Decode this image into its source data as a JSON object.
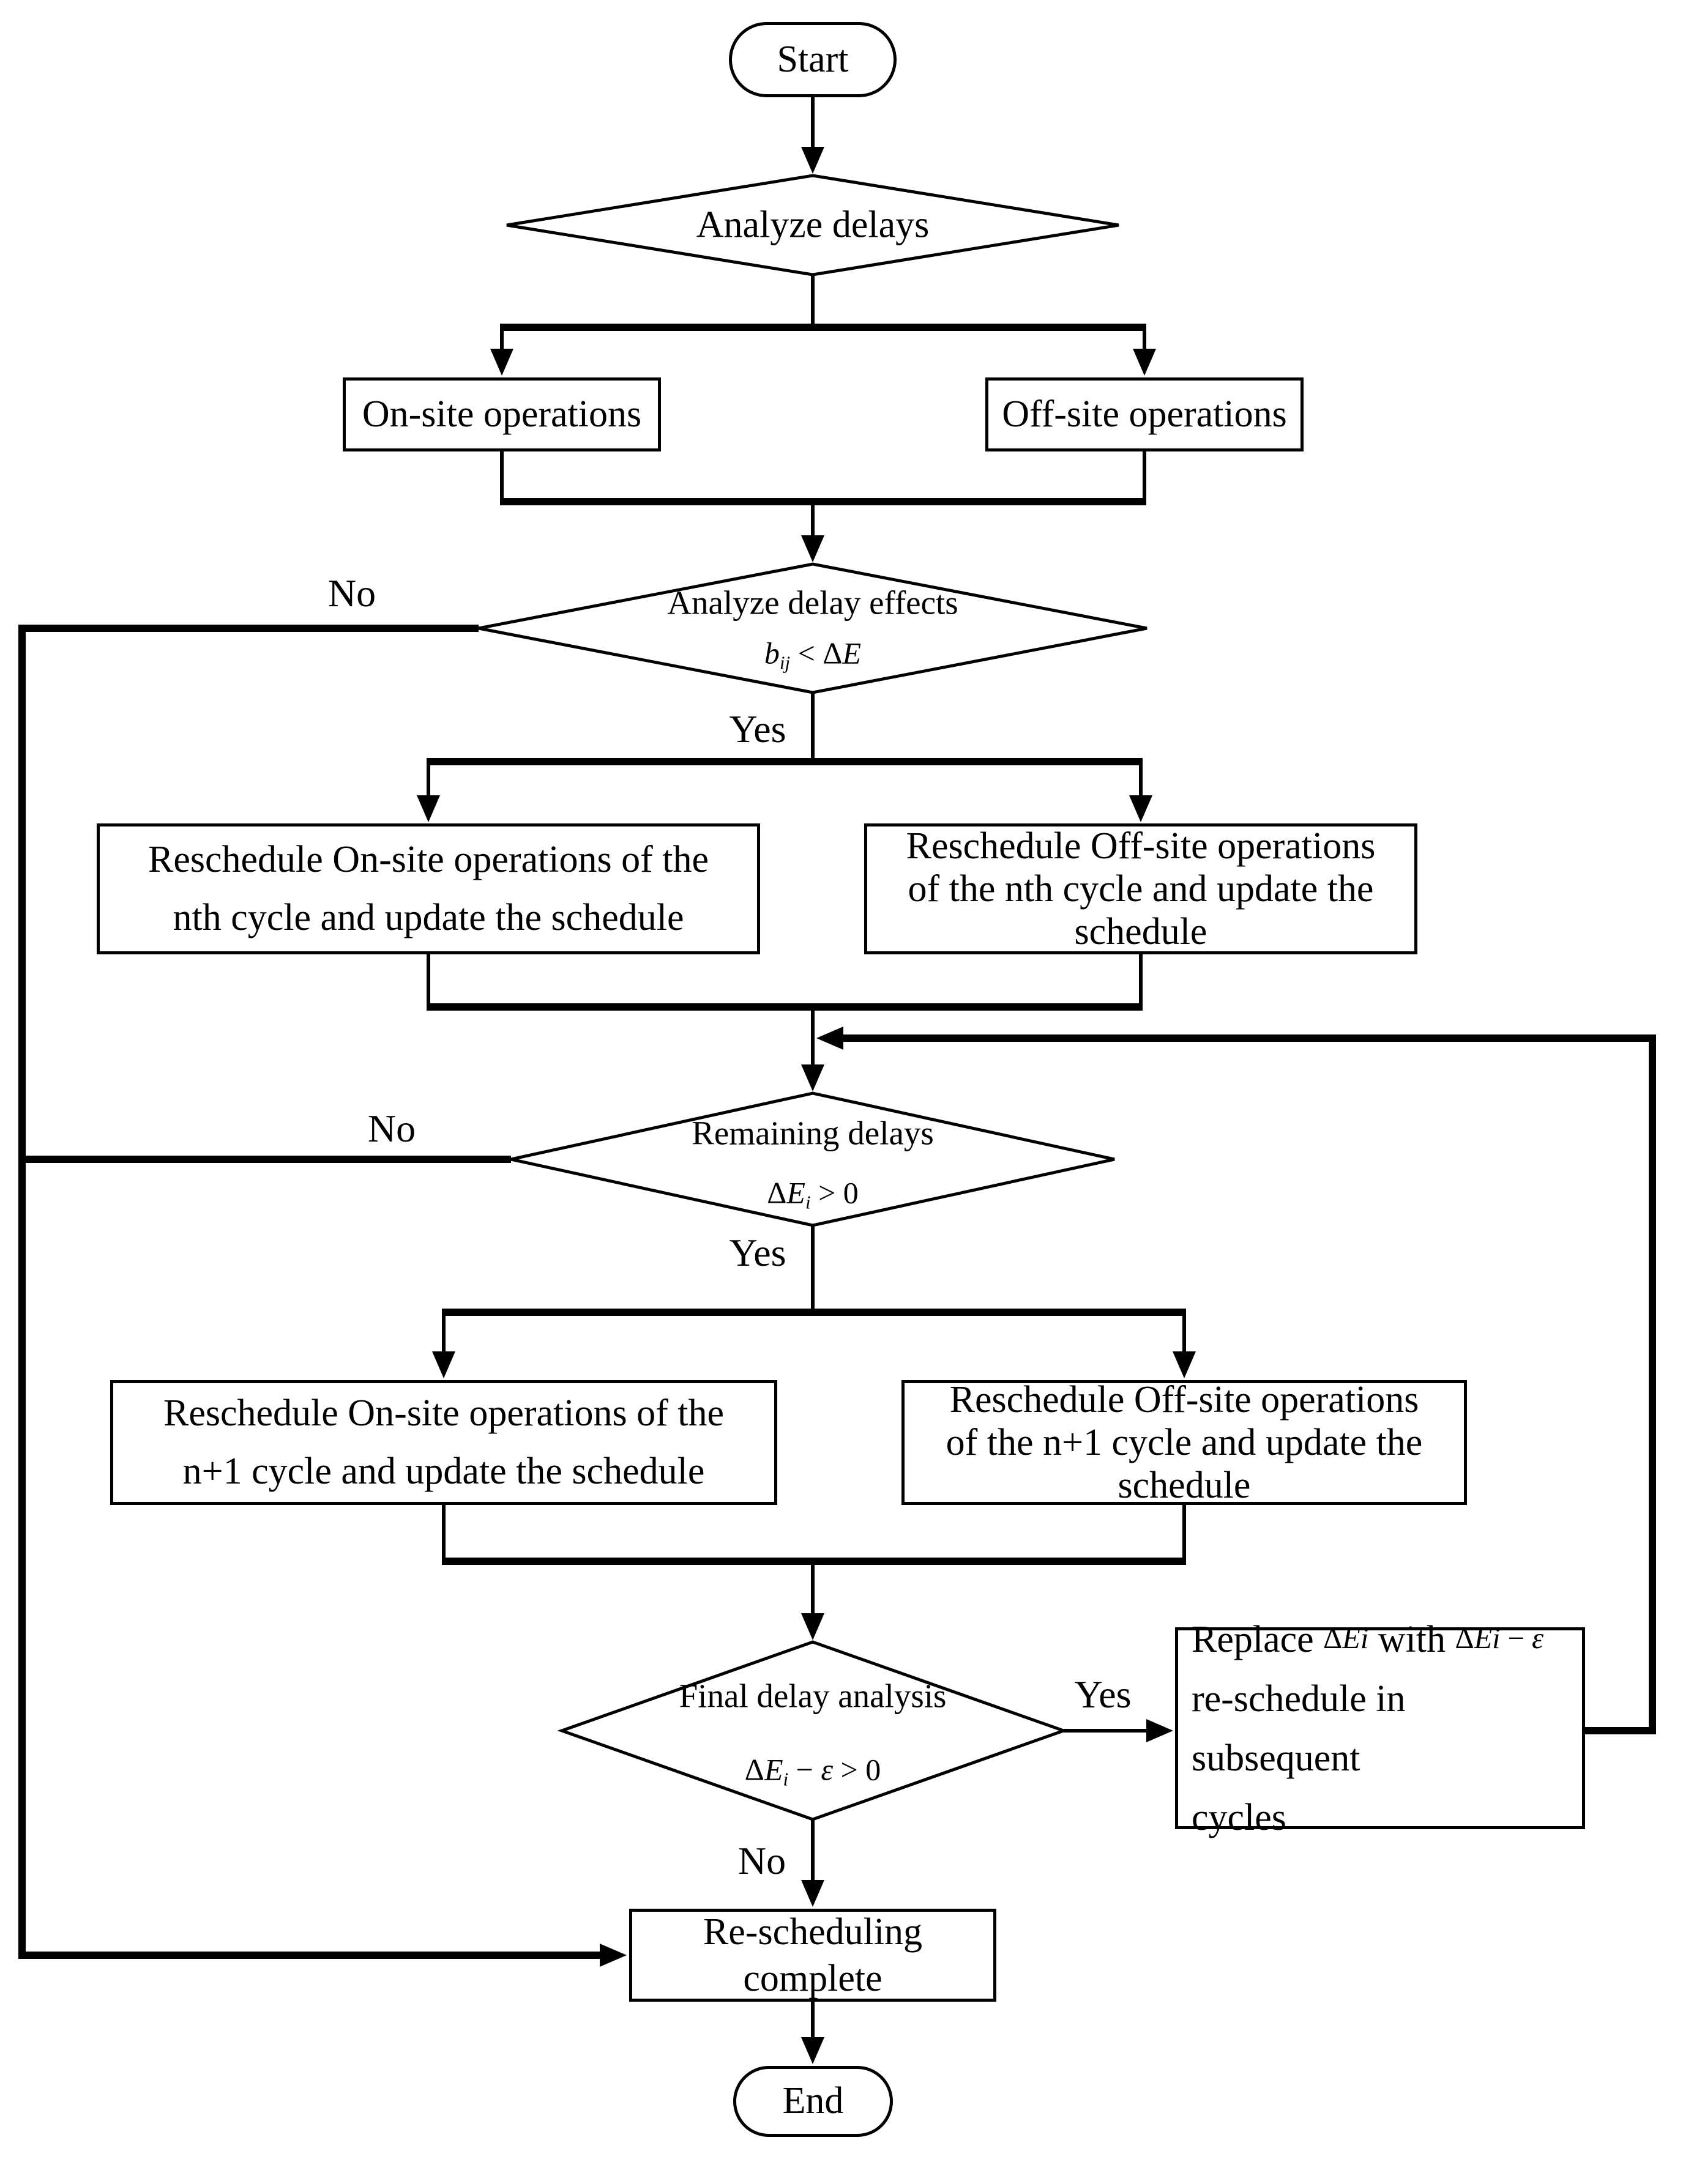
{
  "nodes": {
    "start": {
      "label": "Start"
    },
    "analyze_delays": {
      "label": "Analyze delays"
    },
    "onsite": {
      "label": "On-site operations"
    },
    "offsite": {
      "label": "Off-site operations"
    },
    "analyze_effects": {
      "label": "Analyze delay effects",
      "formula": [
        {
          "t": "b",
          "i": 1
        },
        {
          "t": "ij",
          "s": 1
        },
        {
          "t": " < Δ"
        },
        {
          "t": "E",
          "i": 1
        }
      ]
    },
    "resched_onsite_n": {
      "lines": [
        "Reschedule On-site operations of the",
        "nth cycle and update the schedule"
      ]
    },
    "resched_offsite_n": {
      "lines": [
        "Reschedule Off-site operations",
        "of the nth cycle and update the",
        "schedule"
      ]
    },
    "remaining_delays": {
      "label": "Remaining delays",
      "formula": [
        {
          "t": "Δ"
        },
        {
          "t": "E",
          "i": 1
        },
        {
          "t": "i",
          "s": 1
        },
        {
          "t": " > 0"
        }
      ]
    },
    "resched_onsite_n1": {
      "lines": [
        "Reschedule On-site operations of the",
        "n+1 cycle and update the schedule"
      ]
    },
    "resched_offsite_n1": {
      "lines": [
        "Reschedule Off-site operations",
        "of the n+1 cycle and update the",
        "schedule"
      ]
    },
    "final_analysis": {
      "label": "Final delay analysis",
      "formula": [
        {
          "t": "Δ"
        },
        {
          "t": "E",
          "i": 1
        },
        {
          "t": "i",
          "s": 1
        },
        {
          "t": " − "
        },
        {
          "t": "ε",
          "i": 1
        },
        {
          "t": " > 0"
        }
      ]
    },
    "replace": {
      "line1": [
        {
          "t": "Replace "
        },
        {
          "t": "Δ",
          "m": 1
        },
        {
          "t": "E",
          "m": 1,
          "i": 1
        },
        {
          "t": "i",
          "m": 1,
          "s": 1
        },
        {
          "t": "  with "
        },
        {
          "t": "Δ",
          "m": 1
        },
        {
          "t": "E",
          "m": 1,
          "i": 1
        },
        {
          "t": "i",
          "m": 1,
          "s": 1
        },
        {
          "t": " − ",
          "m": 1
        },
        {
          "t": "ε",
          "m": 1,
          "i": 1
        }
      ],
      "lines_rest": [
        "re-schedule in subsequent",
        "cycles"
      ]
    },
    "complete": {
      "lines": [
        "Re-scheduling",
        "complete"
      ]
    },
    "end": {
      "label": "End"
    }
  },
  "edge_labels": {
    "no_effects": "No",
    "yes_effects": "Yes",
    "no_remaining": "No",
    "yes_remaining": "Yes",
    "yes_final": "Yes",
    "no_final": "No"
  },
  "colors": {
    "line": "#000000",
    "fill": "#ffffff"
  }
}
